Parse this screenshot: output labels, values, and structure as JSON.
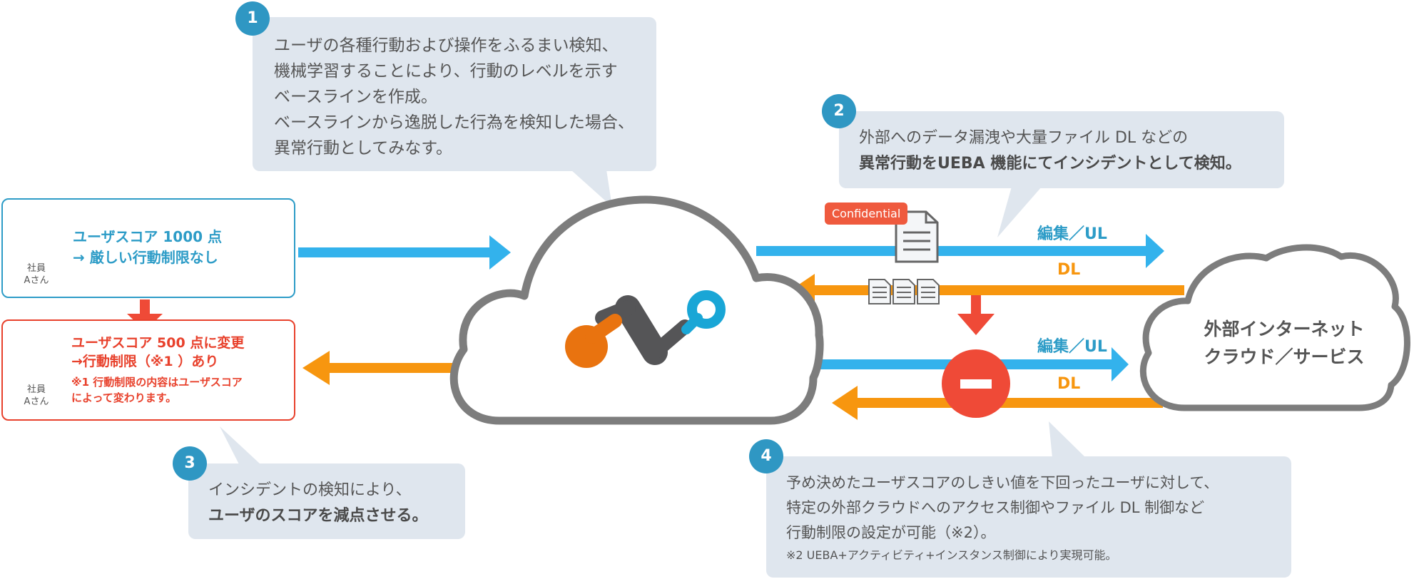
{
  "callouts": {
    "c1": {
      "number": "1",
      "lines": [
        "ユーザの各種行動および操作をふるまい検知、",
        "機械学習することにより、行動のレベルを示す",
        "ベースラインを作成。",
        "ベースラインから逸脱した行為を検知した場合、",
        "異常行動としてみなす。"
      ]
    },
    "c2": {
      "number": "2",
      "line1": "外部へのデータ漏洩や大量ファイル DL などの",
      "line2_bold": "異常行動をUEBA 機能にてインシデントとして検知。"
    },
    "c3": {
      "number": "3",
      "line1": "インシデントの検知により、",
      "line2_bold": "ユーザのスコアを減点させる。"
    },
    "c4": {
      "number": "4",
      "lines": [
        "予め決めたユーザスコアのしきい値を下回ったユーザに対して、",
        "特定の外部クラウドへのアクセス制御やファイル DL 制御など",
        "行動制限の設定が可能（※2）。"
      ],
      "note": "※2 UEBA+アクティビティ+インスタンス制御により実現可能。"
    }
  },
  "user_before": {
    "caption1": "社員",
    "caption2": "Aさん",
    "line1": "ユーザスコア 1000 点",
    "line2": "→ 厳しい行動制限なし"
  },
  "user_after": {
    "caption1": "社員",
    "caption2": "Aさん",
    "line1": "ユーザスコア 500 点に変更",
    "line2": "→行動制限（※1 ）あり",
    "note1": "※1 行動制限の内容はユーザスコア",
    "note2": "によって変わります。"
  },
  "external_cloud": {
    "line1": "外部インターネット",
    "line2": "クラウド／サービス"
  },
  "flows": {
    "upper_ul": "編集／UL",
    "upper_dl": "DL",
    "lower_ul": "編集／UL",
    "lower_dl": "DL"
  },
  "confidential_tag": "Confidential",
  "colors": {
    "blue_arrow": "#33b2ec",
    "orange_arrow": "#f7960f",
    "red": "#ef4a37",
    "callout_bg": "#dfe6ee",
    "badge": "#2f97c3",
    "cloud_stroke": "#7d7d7d",
    "user_blue": "#2d9cc7",
    "user_red": "#e8412c"
  }
}
